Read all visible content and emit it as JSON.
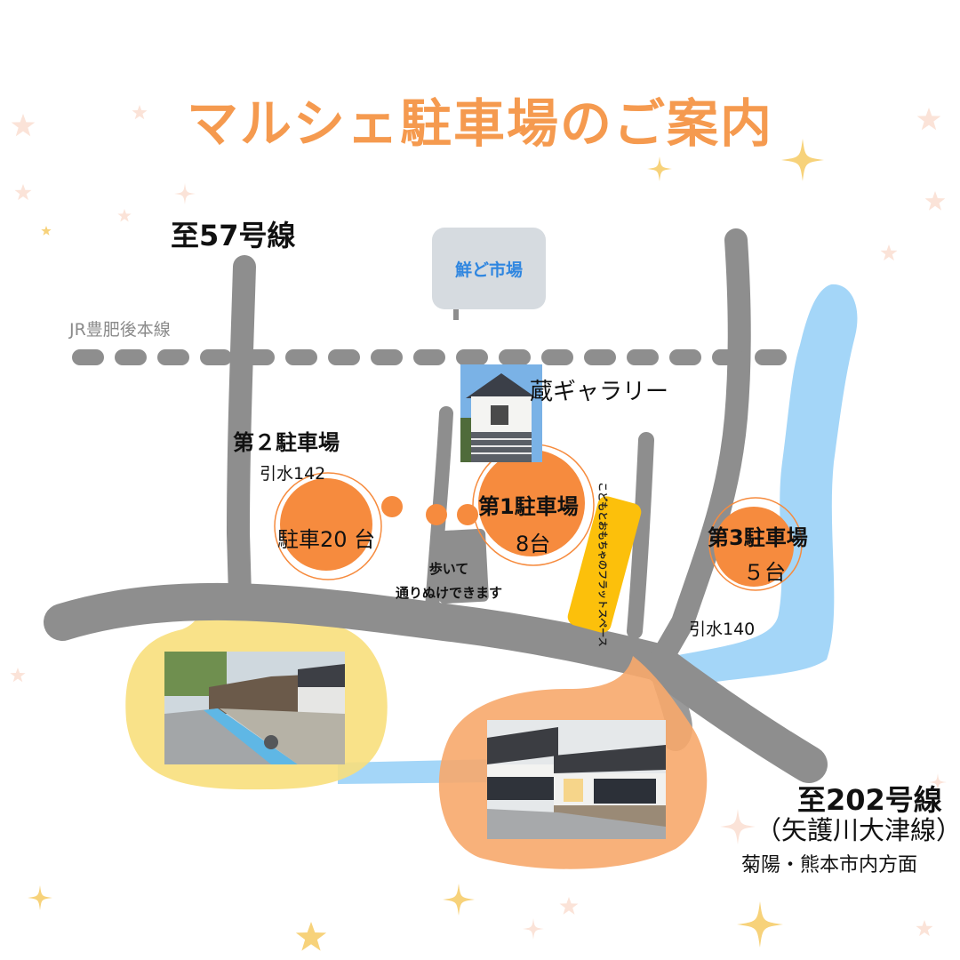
{
  "title": "マルシェ駐車場のご案内",
  "to_route57": "至57号線",
  "railway_label": "JR豊肥後本線",
  "market_label": "鮮ど市場",
  "gallery_label": "蔵ギャラリー",
  "parking2": {
    "title": "第２駐車場",
    "address": "引水142",
    "count": "駐車20 台"
  },
  "parking1": {
    "title": "第1駐車場",
    "count": "8台"
  },
  "parking3": {
    "title": "第3駐車場",
    "count": "５台"
  },
  "walk_note_line1": "歩いて",
  "walk_note_line2": "通りぬけできます",
  "flat_space": "こどもとおもちゃのフラットスペース",
  "address_140": "引水140",
  "to_route202": "至202号線",
  "route_name": "（矢護川大津線）",
  "direction": "菊陽・熊本市内方面",
  "colors": {
    "title": "#f59a4f",
    "parking_circle": "#f68b3e",
    "road": "#8e8e8e",
    "railway": "#8e8e8e",
    "river": "#a4d6f8",
    "market_box": "#d6dbe0",
    "market_text": "#2f86e0",
    "flat_space": "#fcc00b",
    "callout_left": "#f8df7c",
    "callout_right": "#f7a86c",
    "sparkle": "#f7d27a"
  }
}
